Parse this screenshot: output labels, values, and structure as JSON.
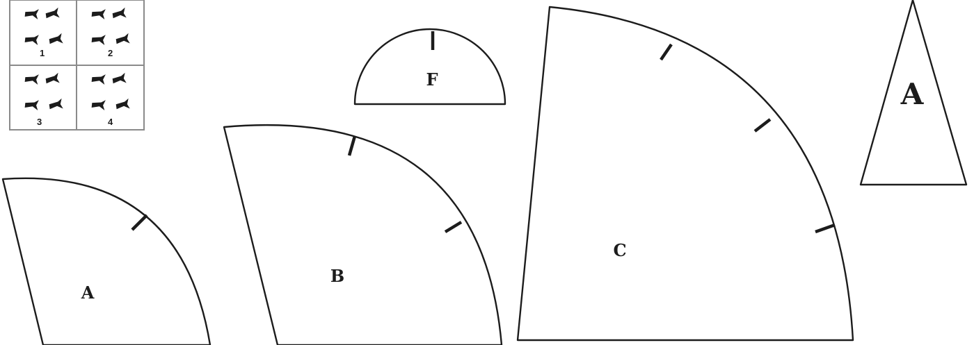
{
  "colors": {
    "ink": "#1c1c1c",
    "grid": "#8a8a8a",
    "paper": "#ffffff"
  },
  "layout_key": {
    "cells": [
      {
        "number": "1"
      },
      {
        "number": "2"
      },
      {
        "number": "3"
      },
      {
        "number": "4"
      }
    ]
  },
  "pieces": {
    "quarter_small": {
      "label": "A"
    },
    "quarter_medium": {
      "label": "B"
    },
    "quarter_large": {
      "label": "C"
    },
    "semicircle": {
      "label": "F"
    },
    "triangle": {
      "label": "A"
    }
  }
}
